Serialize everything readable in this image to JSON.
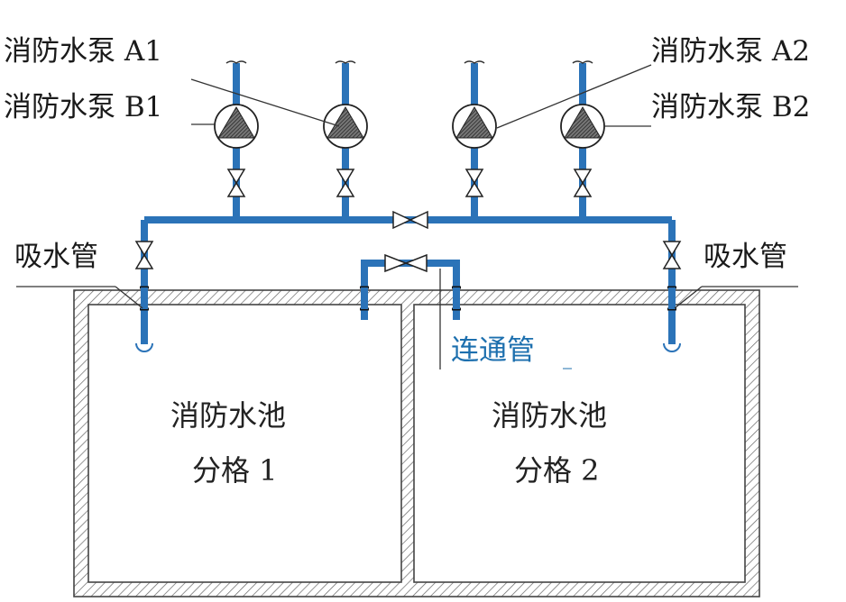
{
  "labels": {
    "pump_a1": "消防水泵 A1",
    "pump_b1": "消防水泵 B1",
    "pump_a2": "消防水泵 A2",
    "pump_b2": "消防水泵 B2",
    "suction_left": "吸水管",
    "suction_right": "吸水管",
    "connecting_pipe": "连通管"
  },
  "pools": [
    {
      "title": "消防水池",
      "subtitle": "分格 1"
    },
    {
      "title": "消防水池",
      "subtitle": "分格 2"
    }
  ],
  "colors": {
    "pipe": "#2b73b8",
    "wall": "#555555",
    "pump_fill": "#555555",
    "text": "#1a1a1a",
    "connector_text": "#1c6fae"
  }
}
